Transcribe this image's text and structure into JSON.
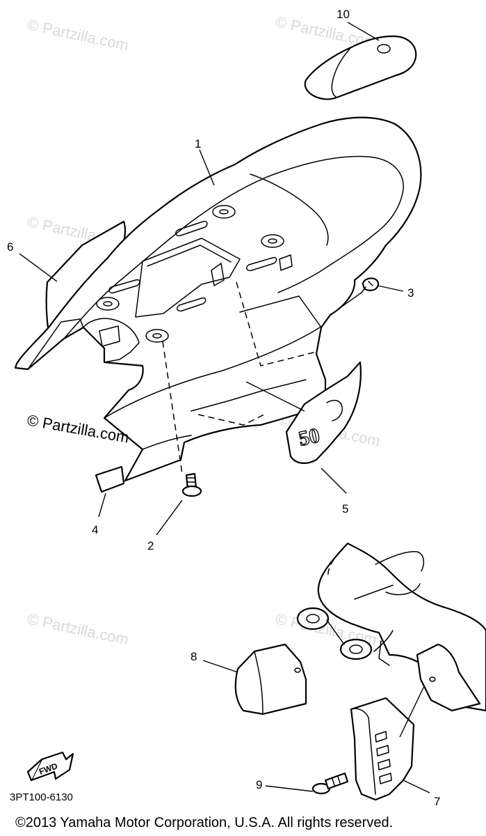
{
  "callouts": [
    "1",
    "2",
    "3",
    "4",
    "5",
    "6",
    "7",
    "8",
    "9",
    "10"
  ],
  "watermark_text": "© Partzilla.com",
  "fwd_label": "FWD",
  "decal_label": "50",
  "diagram_code": "3PT100-6130",
  "copyright": "©2013  Yamaha Motor Corporation, U.S.A. All rights reserved."
}
